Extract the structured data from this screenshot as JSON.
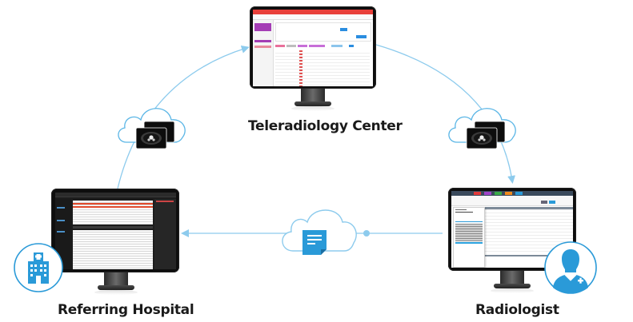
{
  "diagram": {
    "title": "Teleradiology workflow",
    "accent_color": "#29a0dc",
    "line_color": "#8dcbed",
    "nodes": [
      {
        "id": "center",
        "label": "Teleradiology Center",
        "screen_theme": "light-red-header"
      },
      {
        "id": "radiologist",
        "label": "Radiologist",
        "screen_theme": "light-multicolor-tabs",
        "badge_icon": "doctor-icon"
      },
      {
        "id": "hospital",
        "label": "Referring Hospital",
        "screen_theme": "dark-pacs-viewer",
        "badge_icon": "hospital-icon"
      }
    ],
    "edges": [
      {
        "from": "hospital",
        "to": "center",
        "transfer": "images",
        "icon": "cloud-ct-images-icon"
      },
      {
        "from": "center",
        "to": "radiologist",
        "transfer": "images",
        "icon": "cloud-ct-images-icon"
      },
      {
        "from": "radiologist",
        "to": "hospital",
        "transfer": "report",
        "icon": "cloud-document-icon"
      }
    ]
  },
  "colors": {
    "center_header": "#e8403a",
    "center_sidebar_accent": "#a43db5",
    "radiologist_header": "#3a4a5c",
    "radiologist_tabs": [
      "#e23b3b",
      "#a044c8",
      "#3aaa4a",
      "#f08a1c",
      "#2a9ad8"
    ],
    "hospital_bg": "#1c1c1c",
    "hospital_highlight": "#e04a2c",
    "badge_blue": "#2a9ad8"
  }
}
